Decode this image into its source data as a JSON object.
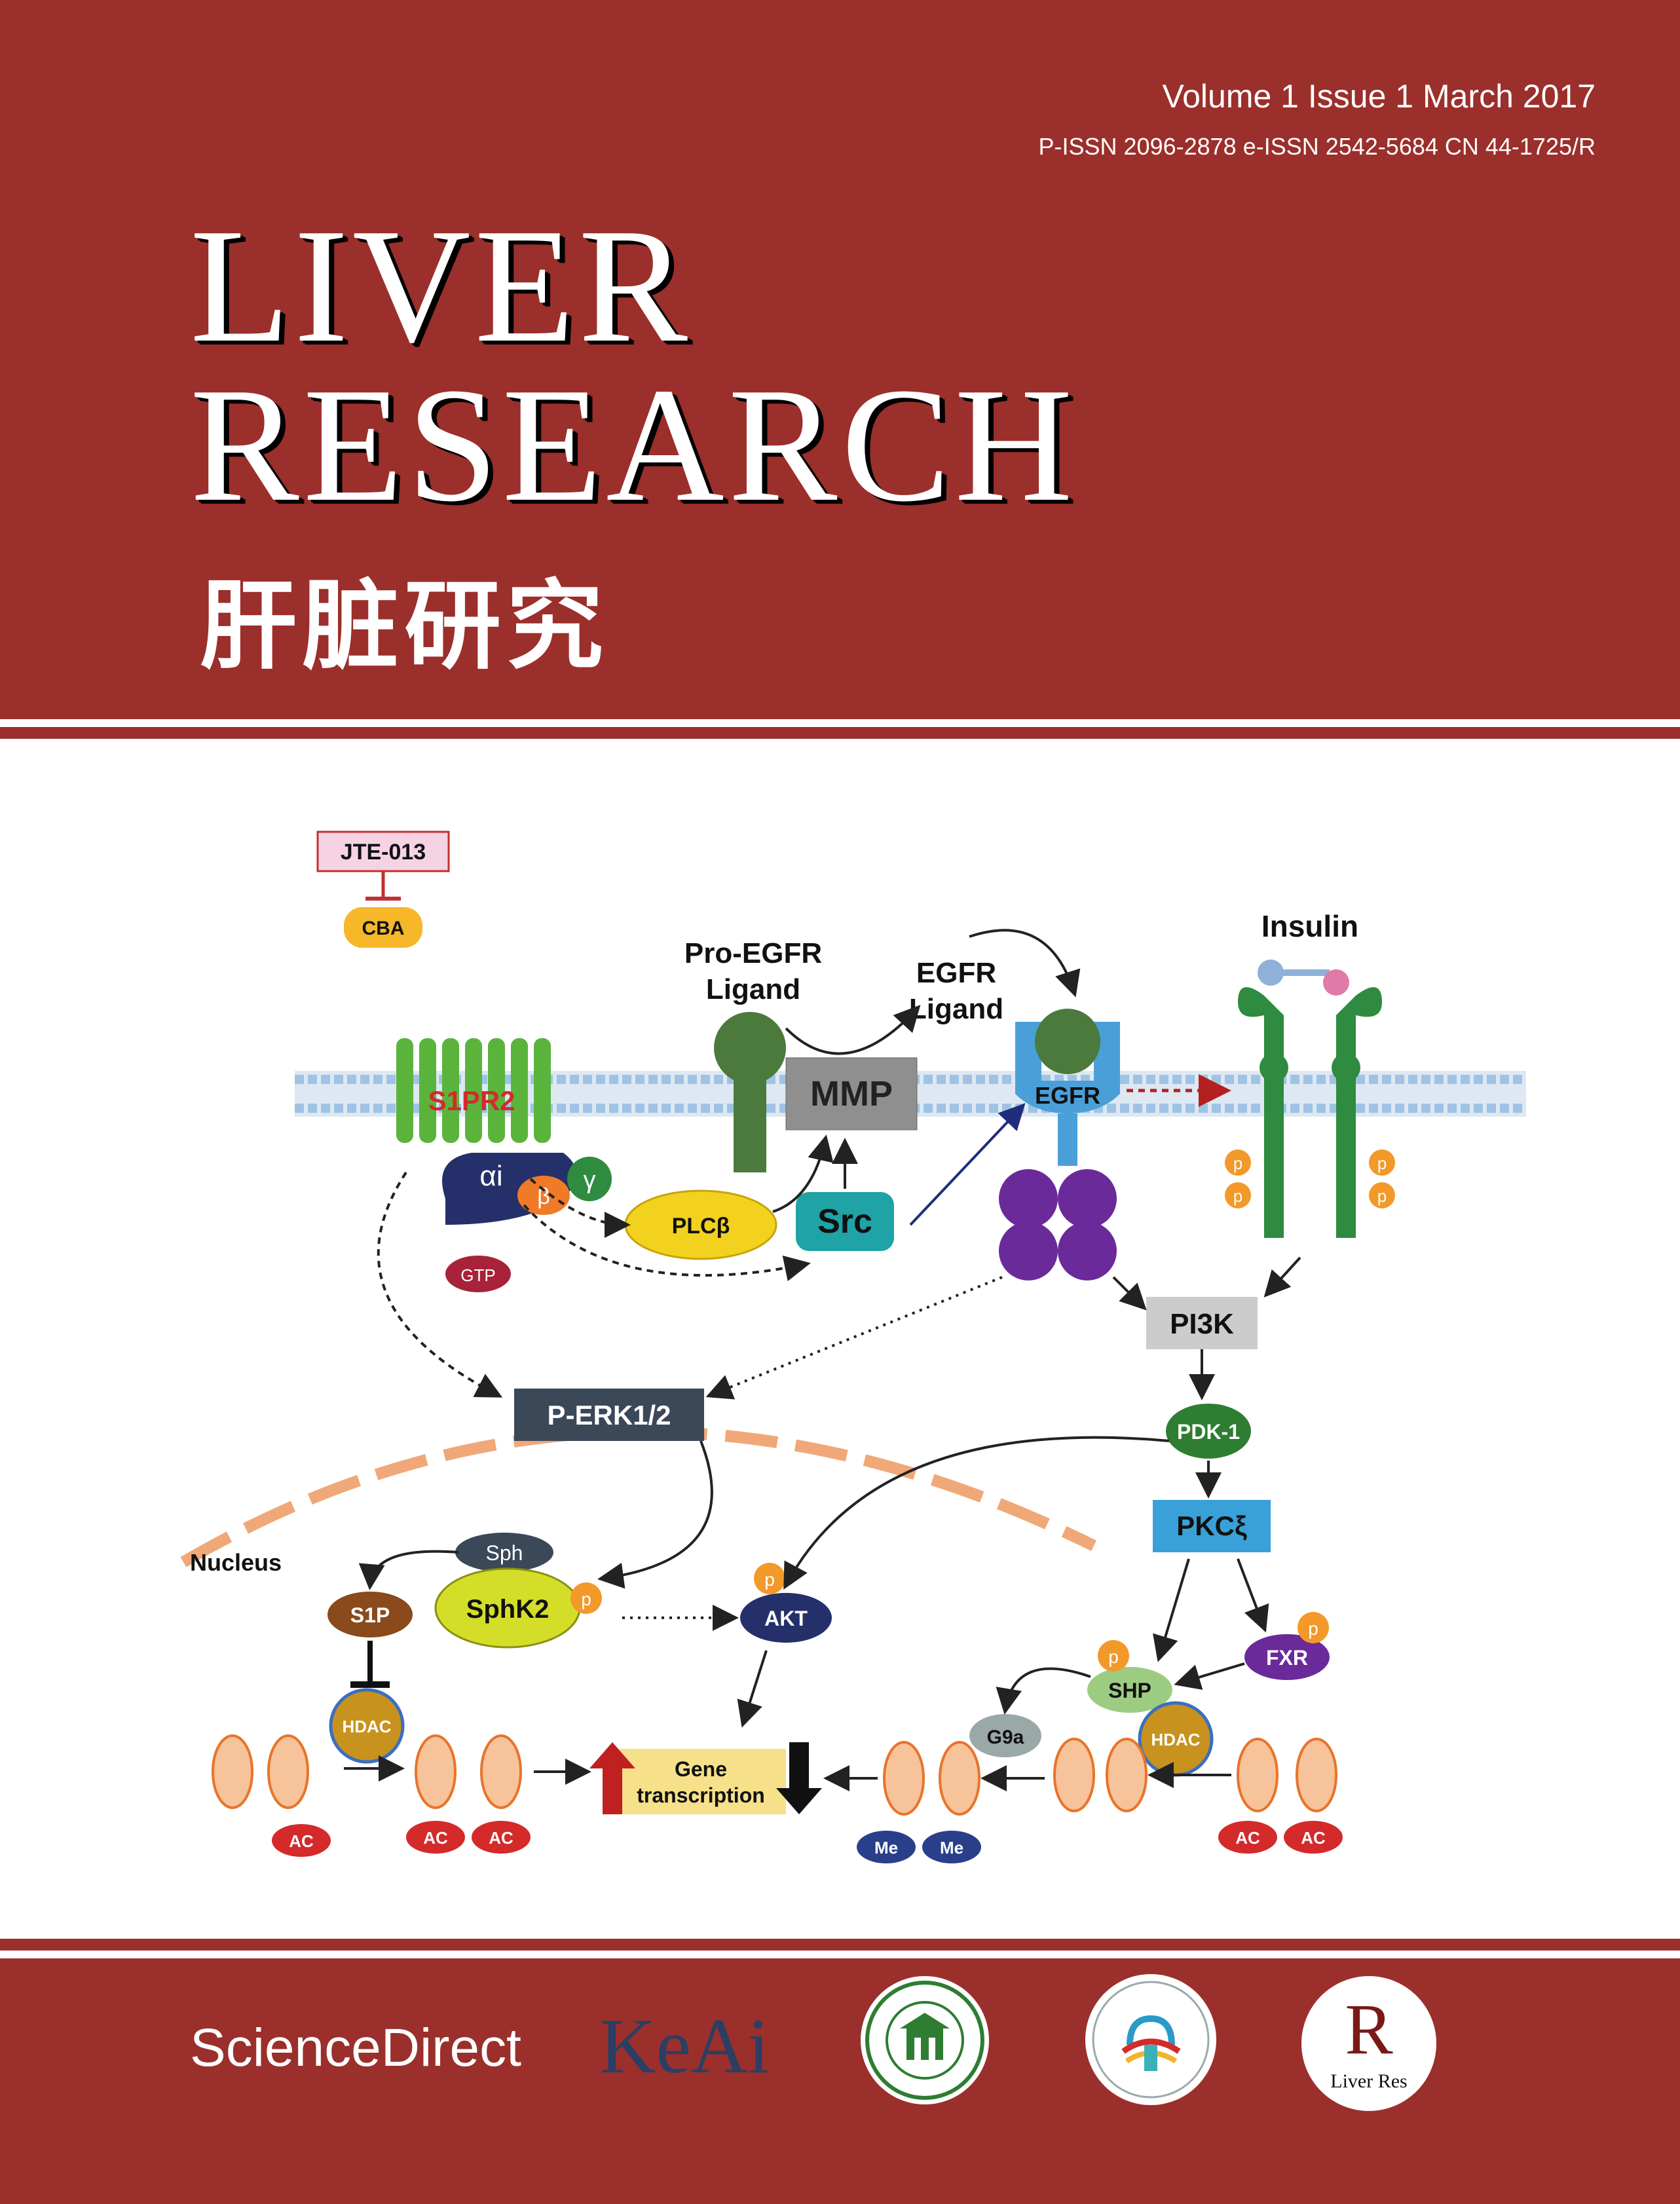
{
  "header": {
    "volume_line": "Volume 1  Issue 1  March 2017",
    "issn_line": "P-ISSN 2096-2878   e-ISSN 2542-5684   CN 44-1725/R",
    "title_line1": "LIVER",
    "title_line2": "RESEARCH",
    "title_cn": "肝脏研究"
  },
  "figure": {
    "jte": "JTE-013",
    "cba": "CBA",
    "s1pr2": "S1PR2",
    "alpha": "αi",
    "beta": "β",
    "gamma": "γ",
    "gtp": "GTP",
    "plc": "PLCβ",
    "pro_egfr_1": "Pro-EGFR",
    "pro_egfr_2": "Ligand",
    "egfr_lig_1": "EGFR",
    "egfr_lig_2": "Ligand",
    "mmp": "MMP",
    "src": "Src",
    "egfr": "EGFR",
    "insulin": "Insulin",
    "p": "p",
    "pi3k": "PI3K",
    "perk": "P-ERK1/2",
    "pdk1": "PDK-1",
    "pkc": "PKCξ",
    "nucleus": "Nucleus",
    "sph": "Sph",
    "sphk2": "SphK2",
    "s1p": "S1P",
    "akt": "AKT",
    "fxr": "FXR",
    "shp": "SHP",
    "g9a": "G9a",
    "hdac": "HDAC",
    "gene_1": "Gene",
    "gene_2": "transcription",
    "ac": "AC",
    "me": "Me"
  },
  "footer": {
    "sciencedirect": "ScienceDirect",
    "keai": "KeAi",
    "liver_res": "Liver Res",
    "r_letter": "R"
  },
  "colors": {
    "brand_red": "#9b2f2b",
    "egfr_blue": "#4a9fd8",
    "insulin_green": "#2e8b40"
  }
}
